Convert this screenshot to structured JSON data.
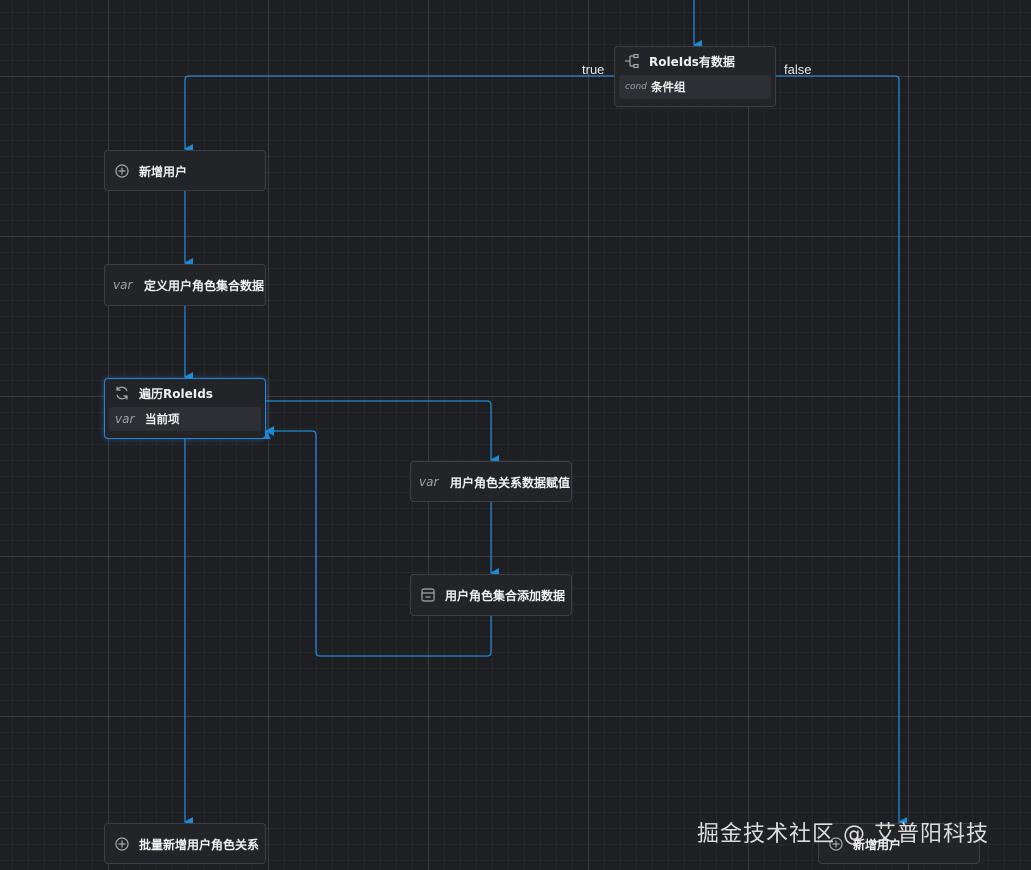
{
  "branches": {
    "true_label": "true",
    "false_label": "false"
  },
  "nodes": {
    "condition": {
      "title": "RoleIds有数据",
      "body_tag": "cond",
      "body_label": "条件组"
    },
    "add_user": {
      "title": "新增用户"
    },
    "define_var": {
      "tag": "var",
      "title": "定义用户角色集合数据"
    },
    "loop": {
      "title": "遍历RoleIds",
      "body_tag": "var",
      "body_label": "当前项"
    },
    "assign_var": {
      "tag": "var",
      "title": "用户角色关系数据赋值"
    },
    "collection_add": {
      "title": "用户角色集合添加数据"
    },
    "batch_add": {
      "title": "批量新增用户角色关系"
    },
    "add_user_false": {
      "title": "新增用户"
    }
  },
  "watermark": "掘金技术社区 @ 艾普阳科技",
  "colors": {
    "edge": "#1e8ad6",
    "canvas": "#1e1f22",
    "node_bg": "#232428",
    "node_border": "#3d3e43"
  }
}
